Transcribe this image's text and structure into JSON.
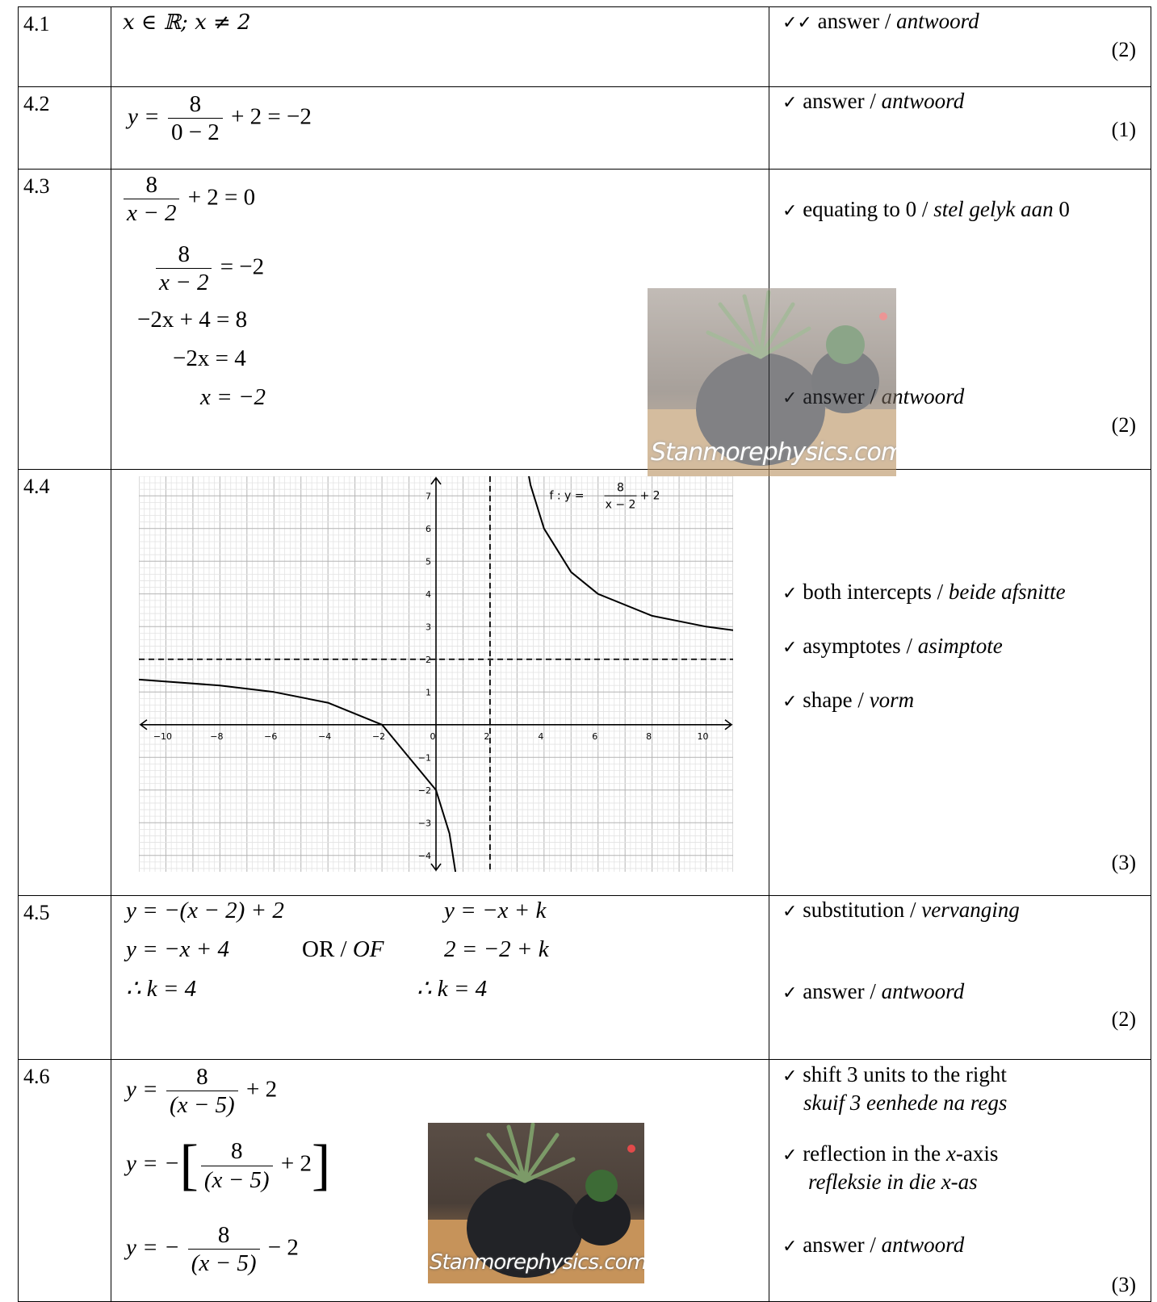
{
  "rows": [
    {
      "id": "4.1",
      "work": {
        "line1": "x ∈ ℝ; x ≠ 2"
      },
      "criteria": [
        {
          "check": "✓✓",
          "en": "answer",
          "sep": " / ",
          "af": "antwoord"
        }
      ],
      "marks": "(2)"
    },
    {
      "id": "4.2",
      "work": {
        "lhs": "y =",
        "num": "8",
        "den": "0 − 2",
        "rhs": "+ 2 = −2"
      },
      "criteria": [
        {
          "check": "✓",
          "en": "answer",
          "sep": " / ",
          "af": "antwoord"
        }
      ],
      "marks": "(1)"
    },
    {
      "id": "4.3",
      "work": {
        "l1_num": "8",
        "l1_den": "x − 2",
        "l1_rhs": "+ 2 = 0",
        "l2_num": "8",
        "l2_den": "x − 2",
        "l2_rhs": "= −2",
        "l3": "−2x + 4 = 8",
        "l4": "−2x = 4",
        "l5": "x = −2"
      },
      "criteria": [
        {
          "check": "✓",
          "en": "equating to 0",
          "sep": " / ",
          "af": "stel gelyk aan",
          "tail": " 0"
        },
        {
          "check": "✓",
          "en": "answer",
          "sep": " / ",
          "af": "antwoord"
        }
      ],
      "marks": "(2)"
    },
    {
      "id": "4.4",
      "criteria": [
        {
          "check": "✓",
          "en": "both intercepts",
          "sep": " / ",
          "af": "beide afsnitte"
        },
        {
          "check": "✓",
          "en": "asymptotes",
          "sep": " / ",
          "af": "asimptote"
        },
        {
          "check": "✓",
          "en": "shape",
          "sep": " / ",
          "af": "vorm"
        }
      ],
      "marks": "(3)"
    },
    {
      "id": "4.5",
      "work": {
        "a1": "y = −(x − 2) + 2",
        "a2": "y = −x + 4",
        "a3": "∴  k = 4",
        "or_en": "OR",
        "or_sep": " / ",
        "or_af": "OF",
        "b1": "y = −x + k",
        "b2": "2 = −2 + k",
        "b3": "∴  k = 4"
      },
      "criteria": [
        {
          "check": "✓",
          "en": "substitution",
          "sep": " / ",
          "af": "vervanging"
        },
        {
          "check": "✓",
          "en": "answer",
          "sep": " / ",
          "af": "antwoord"
        }
      ],
      "marks": "(2)"
    },
    {
      "id": "4.6",
      "work": {
        "l1_lhs": "y =",
        "l1_num": "8",
        "l1_den": "(x − 5)",
        "l1_rhs": "+ 2",
        "l2_lhs": "y = −",
        "l2_num": "8",
        "l2_den": "(x − 5)",
        "l2_rhs": "+ 2",
        "l3_lhs": "y = −",
        "l3_num": "8",
        "l3_den": "(x − 5)",
        "l3_rhs": "− 2"
      },
      "criteria": [
        {
          "check": "✓",
          "en": "shift 3 units to the right",
          "af": "skuif 3 eenhede na regs"
        },
        {
          "check": "✓",
          "en_a": "reflection in the ",
          "en_b": "x",
          "en_c": "-axis",
          "af": "refleksie in die x-as"
        },
        {
          "check": "✓",
          "en": "answer",
          "sep": " / ",
          "af": "antwoord"
        }
      ],
      "marks": "(3)"
    }
  ],
  "watermark": "Stanmorephysics.com",
  "chart_data": {
    "type": "line",
    "function_label": {
      "prefix": "f : y =",
      "num": "8",
      "den": "x − 2",
      "suffix": "+ 2"
    },
    "xlim": [
      -11,
      11
    ],
    "ylim": [
      -4.5,
      7.6
    ],
    "x_ticks": [
      -10,
      -8,
      -6,
      -4,
      -2,
      0,
      2,
      4,
      6,
      8,
      10
    ],
    "y_ticks": [
      -4,
      -3,
      -2,
      -1,
      1,
      2,
      3,
      4,
      5,
      6,
      7
    ],
    "x_tick_labels": [
      "−10",
      "−8",
      "−6",
      "−4",
      "−2",
      "0",
      "2",
      "4",
      "6",
      "8",
      "10"
    ],
    "y_tick_labels": [
      "−4",
      "−3",
      "−2",
      "−1",
      "1",
      "2",
      "3",
      "4",
      "5",
      "6",
      "7"
    ],
    "vertical_asymptote": 2,
    "horizontal_asymptote": 2,
    "series": [
      {
        "x": [
          -11,
          -8,
          -6,
          -4,
          -2,
          0,
          0.5,
          1,
          1.2,
          2.9,
          3.2,
          3.5,
          4,
          5,
          6,
          8,
          10,
          11
        ],
        "y": [
          1.38,
          1.2,
          1.0,
          0.67,
          0,
          -2,
          -3.33,
          -6,
          -8,
          10.9,
          8.67,
          7.33,
          6,
          4.67,
          4,
          3.33,
          3,
          2.89
        ]
      }
    ],
    "grid": true,
    "color": "#000000"
  }
}
